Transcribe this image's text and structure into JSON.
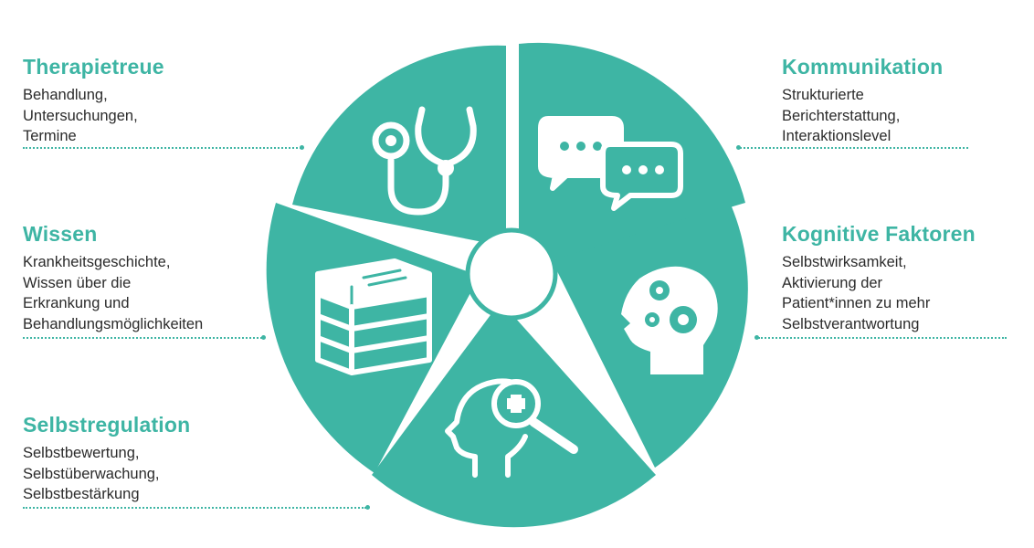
{
  "colors": {
    "accent": "#3eb5a4",
    "text": "#2b2b2b",
    "icon": "#ffffff"
  },
  "segments": [
    {
      "title": "Therapietreue",
      "lines": [
        "Behandlung,",
        "Untersuchungen,",
        "Termine"
      ],
      "icon": "stethoscope-icon"
    },
    {
      "title": "Kommunikation",
      "lines": [
        "Strukturierte",
        "Berichterstattung,",
        "Interaktionslevel"
      ],
      "icon": "speech-bubbles-icon"
    },
    {
      "title": "Wissen",
      "lines": [
        "Krankheitsgeschichte,",
        "Wissen über die",
        "Erkrankung und",
        "Behandlungsmöglichkeiten"
      ],
      "icon": "books-icon"
    },
    {
      "title": "Kognitive Faktoren",
      "lines": [
        "Selbstwirksamkeit,",
        "Aktivierung der",
        "Patient*innen zu mehr",
        "Selbstverantwortung"
      ],
      "icon": "head-gears-icon"
    },
    {
      "title": "Selbstregulation",
      "lines": [
        "Selbstbewertung,",
        "Selbstüberwachung,",
        "Selbstbestärkung"
      ],
      "icon": "head-magnifier-icon"
    }
  ]
}
